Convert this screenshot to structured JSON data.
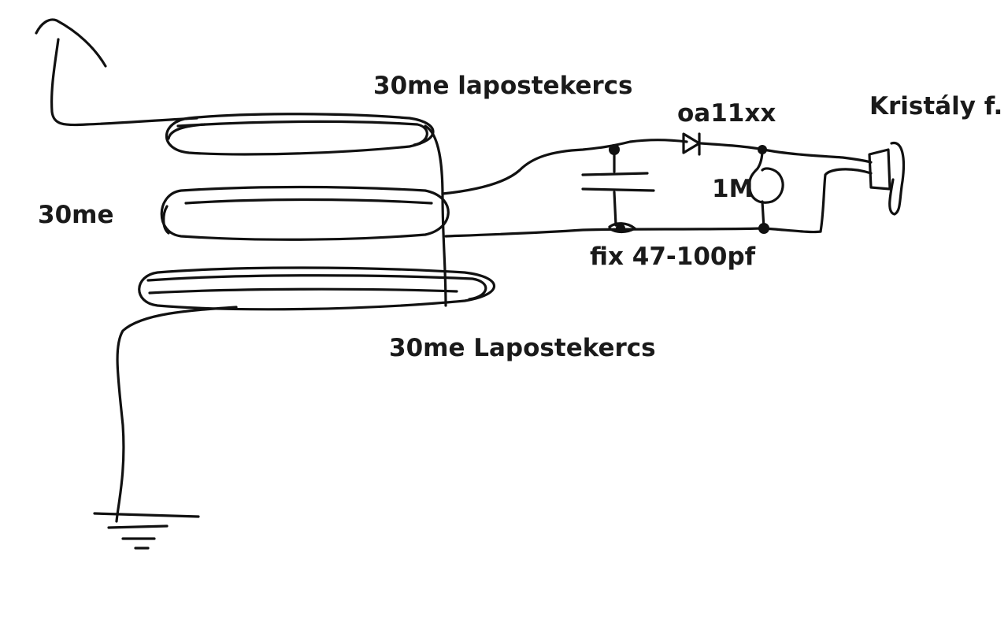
{
  "labels": {
    "top_coil": "30me lapostekercs",
    "middle_coil": "30me",
    "bottom_coil": "30me Lapostekercs",
    "diode": "oa11xx",
    "resistor": "1M",
    "capacitor": "fix 47-100pf",
    "earphone": "Kristály f."
  },
  "colors": {
    "background": "#ffffff",
    "ink": "#111111"
  }
}
